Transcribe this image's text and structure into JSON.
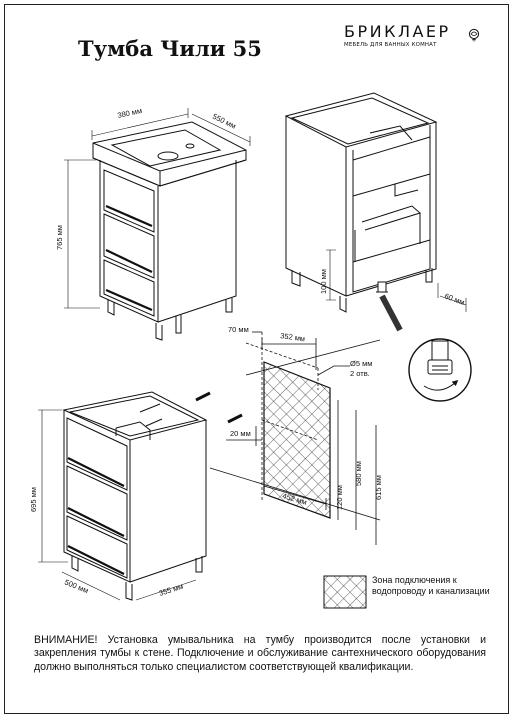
{
  "title": "Тумба Чили 55",
  "brand": {
    "name": "БРИКЛАЕР",
    "tagline": "МЕБЕЛЬ ДЛЯ ВАННЫХ КОМНАТ",
    "logo_icon": "rose-logo-icon"
  },
  "dimensions": {
    "top_depth": "380 мм",
    "top_width": "550 мм",
    "height_front": "765 мм",
    "inner_100": "100 мм",
    "leg_60": "60 мм",
    "mount_70": "70 мм",
    "mount_352": "352 мм",
    "hole_d": "Ø5 мм",
    "holes_count": "2 отв.",
    "mount_20": "20 мм",
    "zone_452": "452 мм",
    "zone_120": "120 мм",
    "zone_580": "580 мм",
    "zone_615": "615 мм",
    "body_height": "695 мм",
    "body_depth": "500 мм",
    "body_width": "355 мм"
  },
  "legend": {
    "text": "Зона подключения к водопроводу и канализации",
    "swatch_icon": "crosshatch-swatch-icon"
  },
  "note": "ВНИМАНИЕ! Установка умывальника на тумбу производится после установки и закрепления тумбы к стене. Подключение и обслуживание сантехнического оборудования должно выполняться только специалистом соответствующей квалификации."
}
